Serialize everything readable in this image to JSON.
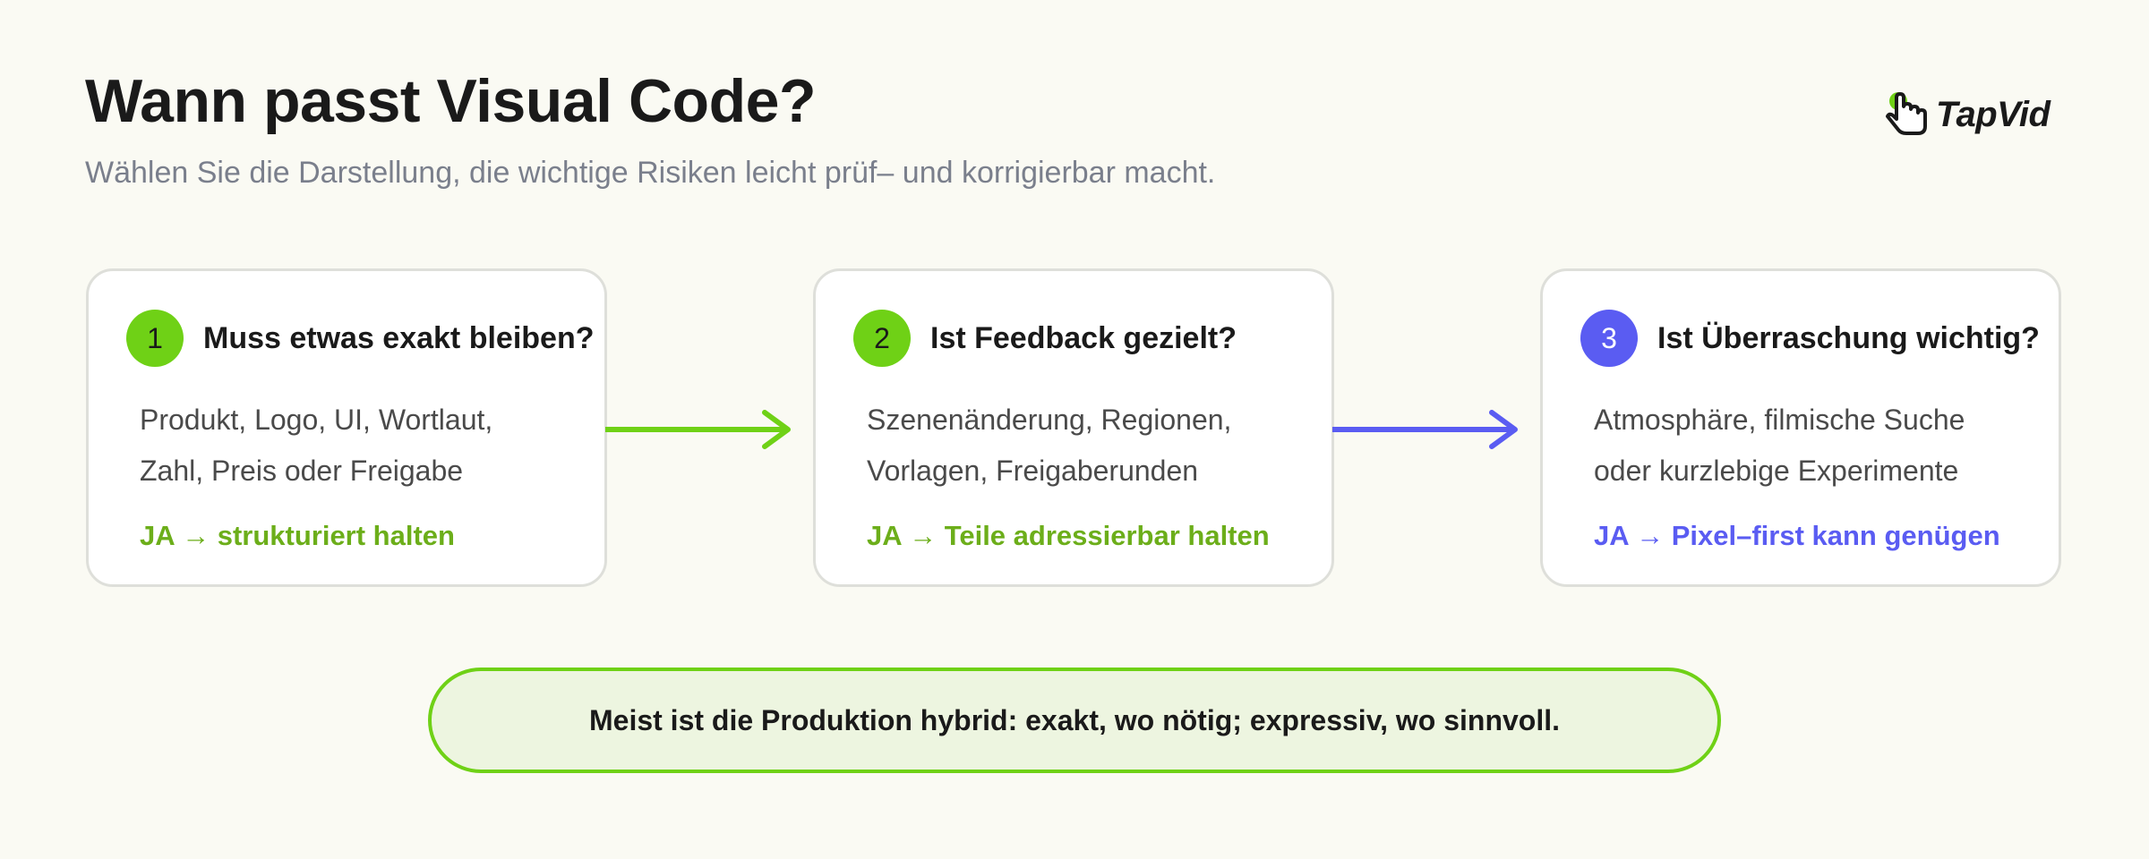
{
  "header": {
    "title": "Wann passt Visual Code?",
    "subtitle": "Wählen Sie die Darstellung, die wichtige Risiken leicht prüf– und korrigierbar macht."
  },
  "logo": {
    "text": "TapVid",
    "icon": "hand-pointer-icon",
    "accent": "#6fd116"
  },
  "colors": {
    "green": "#6fd116",
    "green_text": "#6cae1a",
    "blue": "#5a5cf2",
    "background": "#fafaf3"
  },
  "steps": [
    {
      "number": "1",
      "question": "Muss etwas exakt bleiben?",
      "body": [
        "Produkt, Logo, UI, Wortlaut,",
        "Zahl, Preis oder Freigabe"
      ],
      "result": "JA → strukturiert halten",
      "color": "#6fd116"
    },
    {
      "number": "2",
      "question": "Ist Feedback gezielt?",
      "body": [
        "Szenenänderung, Regionen,",
        "Vorlagen, Freigaberunden"
      ],
      "result": "JA → Teile adressierbar halten",
      "color": "#6fd116"
    },
    {
      "number": "3",
      "question": "Ist Überraschung wichtig?",
      "body": [
        "Atmosphäre, filmische Suche",
        "oder kurzlebige Experimente"
      ],
      "result": "JA → Pixel–first kann genügen",
      "color": "#5a5cf2"
    }
  ],
  "arrows": [
    {
      "icon": "arrow-right-icon",
      "color": "#6fd116"
    },
    {
      "icon": "arrow-right-icon",
      "color": "#5a5cf2"
    }
  ],
  "summary": {
    "text": "Meist ist die Produktion hybrid: exakt, wo nötig; expressiv, wo sinnvoll."
  }
}
